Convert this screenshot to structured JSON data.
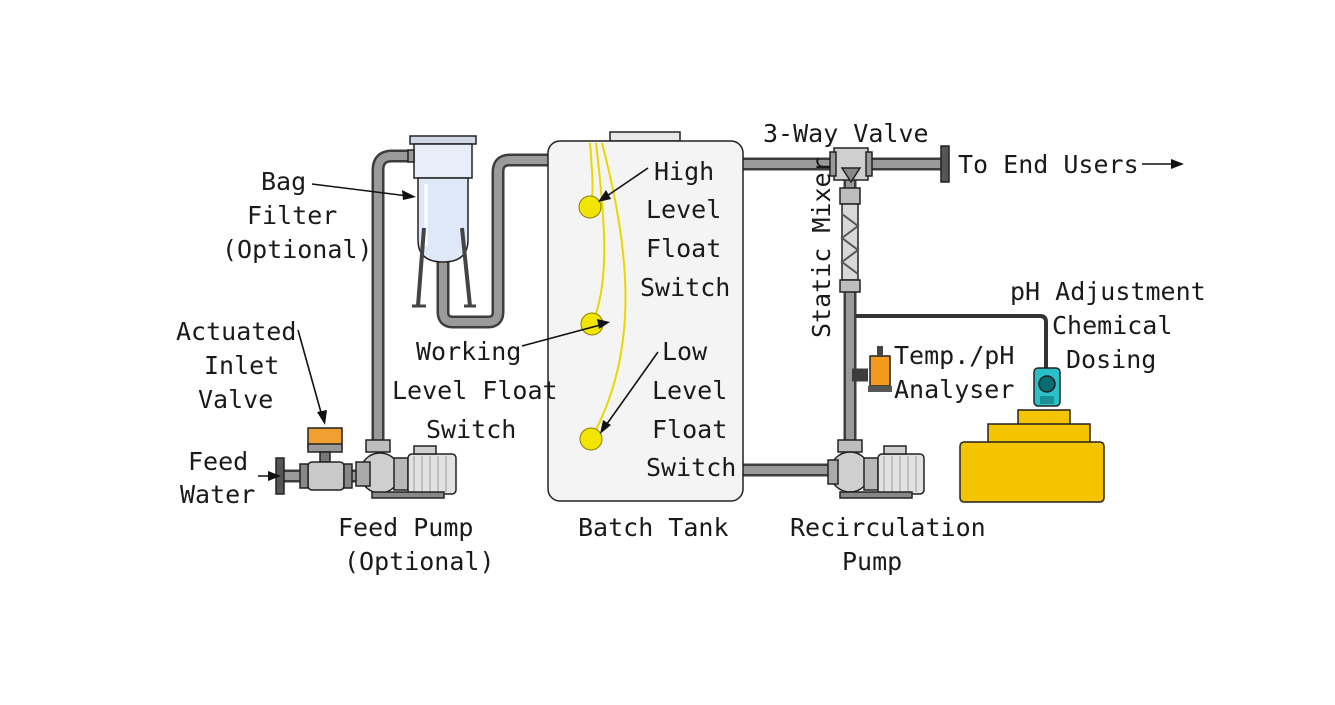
{
  "labels": {
    "three_way_valve": "3-Way Valve",
    "to_end_users": "To End Users",
    "static_mixer": "Static Mixer",
    "bag_filter": [
      "Bag",
      "Filter",
      "(Optional)"
    ],
    "actuated_inlet_valve": [
      "Actuated",
      "Inlet",
      "Valve"
    ],
    "feed_water": [
      "Feed",
      "Water"
    ],
    "feed_pump": [
      "Feed Pump",
      "(Optional)"
    ],
    "batch_tank": "Batch Tank",
    "recirculation_pump": [
      "Recirculation",
      "Pump"
    ],
    "high_level_float_switch": [
      "High",
      "Level",
      "Float",
      "Switch"
    ],
    "working_level_float_switch": [
      "Working",
      "Level Float",
      "Switch"
    ],
    "low_level_float_switch": [
      "Low",
      "Level",
      "Float",
      "Switch"
    ],
    "temp_ph_analyser": [
      "Temp./pH",
      "Analyser"
    ],
    "ph_adjustment": [
      "pH Adjustment",
      "Chemical",
      "Dosing"
    ]
  },
  "colors": {
    "pipe": "#3d3d3d",
    "float_switch": "#f2e600",
    "valve_actuator": "#f0a030",
    "dosing_tank": "#f5c400",
    "dosing_pump": "#2bc0c8",
    "tank_fill": "#f4f4f4",
    "filter_body": "#dfe8f6"
  }
}
